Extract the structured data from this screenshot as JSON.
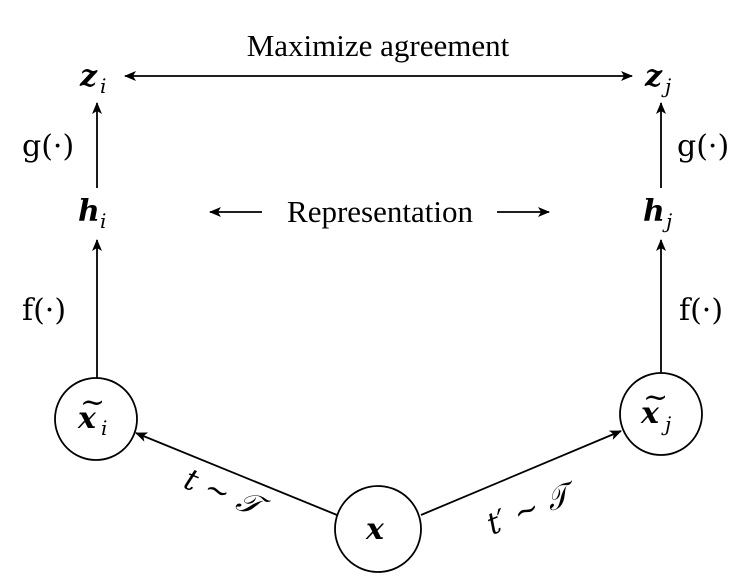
{
  "diagram": {
    "top_label": "Maximize agreement",
    "middle_label": "Representation",
    "nodes": {
      "z_i": {
        "base": "z",
        "sub": "i"
      },
      "z_j": {
        "base": "z",
        "sub": "j"
      },
      "h_i": {
        "base": "h",
        "sub": "i"
      },
      "h_j": {
        "base": "h",
        "sub": "j"
      },
      "xt_i": {
        "base": "x",
        "tilde": "~",
        "sub": "i"
      },
      "xt_j": {
        "base": "x",
        "tilde": "~",
        "sub": "j"
      },
      "x": {
        "base": "x"
      }
    },
    "functions": {
      "g_left": "g(·)",
      "g_right": "g(·)",
      "f_left": "f(·)",
      "f_right": "f(·)"
    },
    "transforms": {
      "left": "t ∼ 𝒯",
      "right": "t′ ∼ 𝒯"
    }
  }
}
